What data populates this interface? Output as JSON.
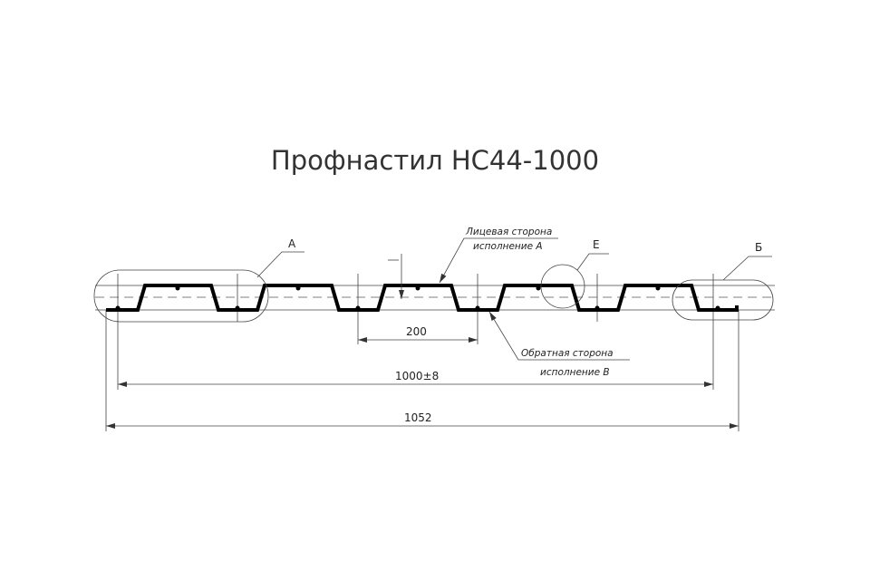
{
  "title": "Профнастил НС44-1000",
  "callouts": {
    "a": "А",
    "e": "Е",
    "b": "Б"
  },
  "notes": {
    "face_line1": "Лицевая сторона",
    "face_line2": "исполнение А",
    "back_line1": "Обратная сторона",
    "back_line2": "исполнение В"
  },
  "dimensions": {
    "pitch": "200",
    "useful_width": "1000±8",
    "total_width": "1052"
  },
  "colors": {
    "profile": "#000000",
    "lines": "#444444"
  }
}
